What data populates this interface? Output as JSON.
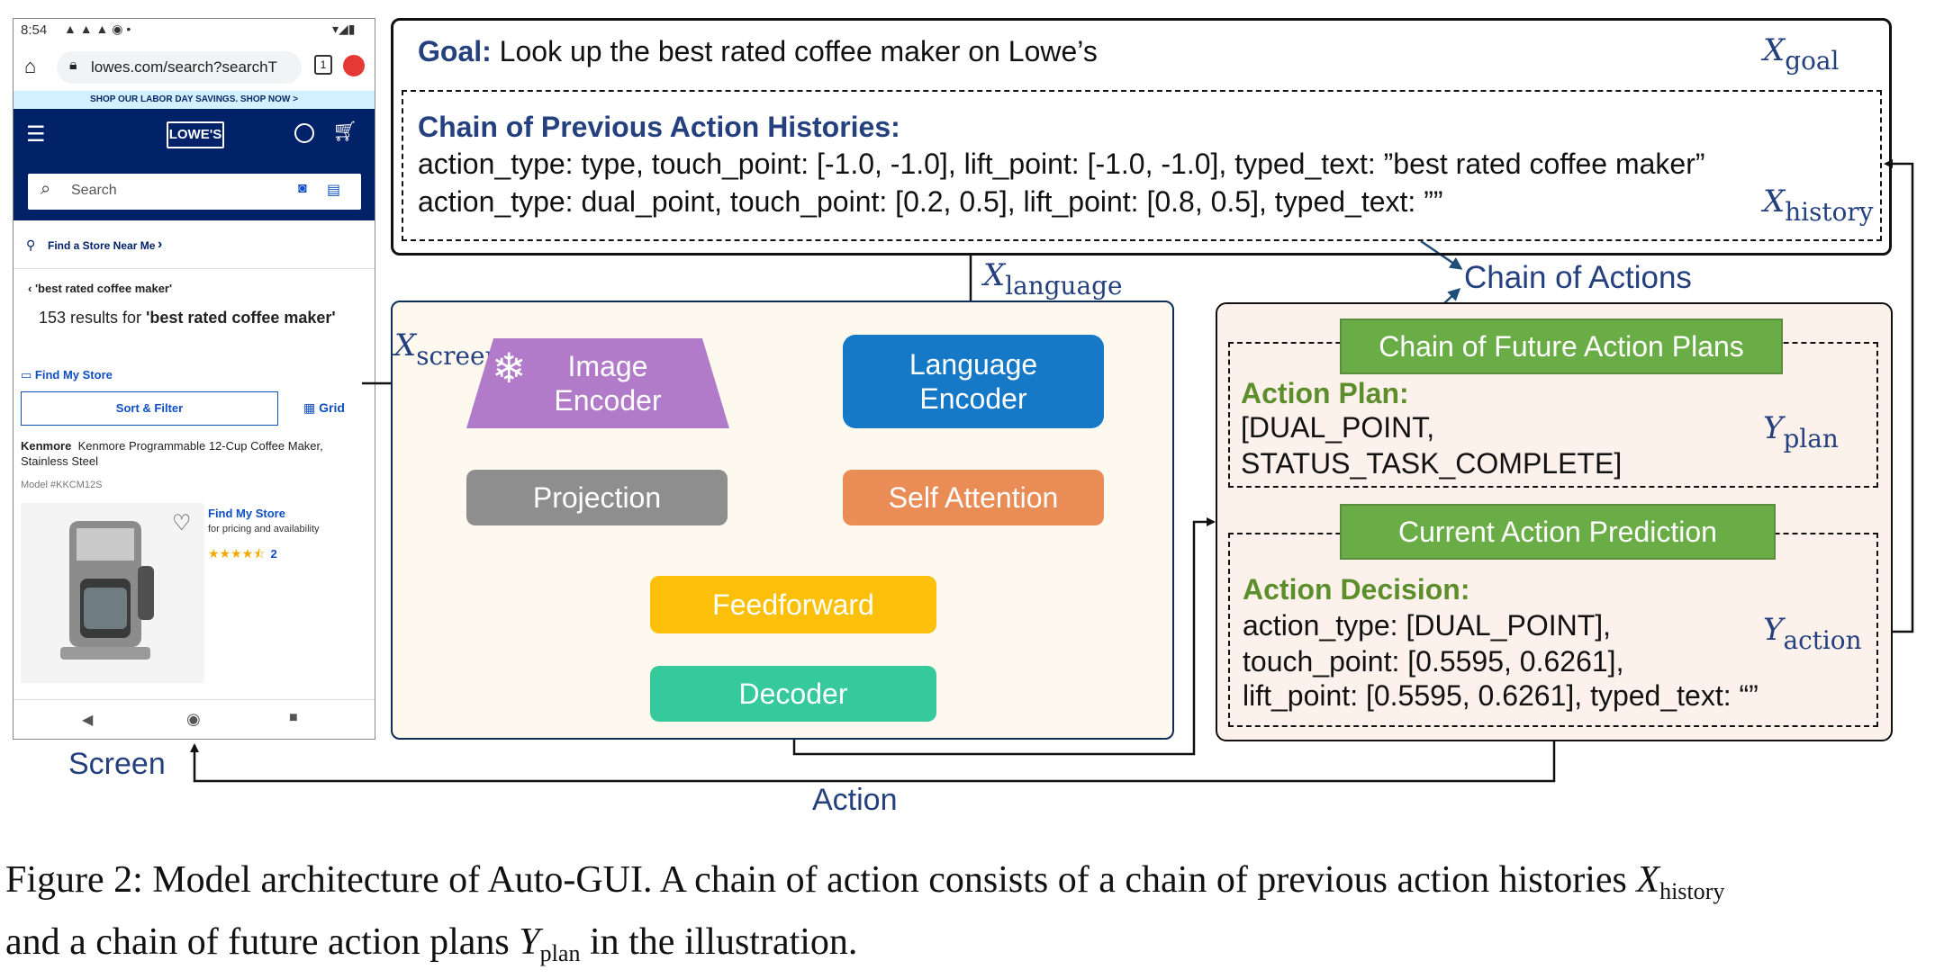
{
  "phone": {
    "time": "8:54",
    "url": "lowes.com/search?searchT",
    "tab_count": "1",
    "promo": "SHOP OUR LABOR DAY SAVINGS. SHOP NOW >",
    "logo": "LOWE'S",
    "search_placeholder": "Search",
    "find_store_near": "Find a Store Near Me",
    "breadcrumb": "'best rated coffee maker'",
    "results_prefix": "153 results for ",
    "results_query": "'best rated coffee maker'",
    "find_my_store": "Find My Store",
    "sort_filter": "Sort & Filter",
    "grid": "Grid",
    "product_brand": "Kenmore",
    "product_title": "Kenmore Programmable 12-Cup Coffee Maker, Stainless Steel",
    "model": "Model #KKCM12S",
    "product_find_store": "Find My Store",
    "product_avail": "for pricing and availability",
    "rating": 4.5,
    "review_count": "2"
  },
  "diagram": {
    "goal_label": "Goal:",
    "goal_text": "Look up the best rated coffee maker on Lowe’s",
    "x_goal_base": "X",
    "x_goal_sub": "goal",
    "history_title": "Chain of Previous Action Histories:",
    "history_line1": "action_type: type, touch_point: [-1.0, -1.0], lift_point: [-1.0, -1.0], typed_text: ”best rated coffee maker”",
    "history_line2": "action_type: dual_point, touch_point: [0.2, 0.5],  lift_point: [0.8, 0.5], typed_text: ””",
    "x_history_base": "X",
    "x_history_sub": "history",
    "x_language_base": "X",
    "x_language_sub": "language",
    "chain_of_actions": "Chain of Actions",
    "x_screen_base": "X",
    "x_screen_sub": "screen",
    "image_encoder": "Image Encoder",
    "language_encoder": "Language Encoder",
    "projection": "Projection",
    "self_attention": "Self Attention",
    "feedforward": "Feedforward",
    "decoder": "Decoder",
    "future_plans_label": "Chain of Future Action Plans",
    "action_plan_title": "Action Plan:",
    "action_plan_line1": "[DUAL_POINT,",
    "action_plan_line2": "STATUS_TASK_COMPLETE]",
    "y_plan_base": "Y",
    "y_plan_sub": "plan",
    "current_pred_label": "Current Action Prediction",
    "action_decision_title": "Action Decision:",
    "decision_line1": "action_type: [DUAL_POINT],",
    "decision_line2": "touch_point: [0.5595, 0.6261],",
    "decision_line3": "lift_point: [0.5595, 0.6261], typed_text: “”",
    "y_action_base": "Y",
    "y_action_sub": "action",
    "screen_label": "Screen",
    "action_label": "Action"
  },
  "caption": {
    "line1_a": "Figure 2: Model architecture of Auto-GUI. A chain of action consists of a chain of previous action histories ",
    "line1_var": "X",
    "line1_sub": "history",
    "line2_a": "and a chain of future action plans ",
    "line2_var": "Y",
    "line2_sub": "plan",
    "line2_b": " in the illustration."
  },
  "colors": {
    "image_encoder": "#b27bc9",
    "language_encoder": "#1679c7",
    "projection": "#8e8e8e",
    "self_attention": "#ea8c55",
    "feedforward": "#fcc00a",
    "decoder": "#36c99b",
    "green_label": "#6aad47",
    "math_blue": "#24407f",
    "arrow_blue": "#1f4e79"
  }
}
